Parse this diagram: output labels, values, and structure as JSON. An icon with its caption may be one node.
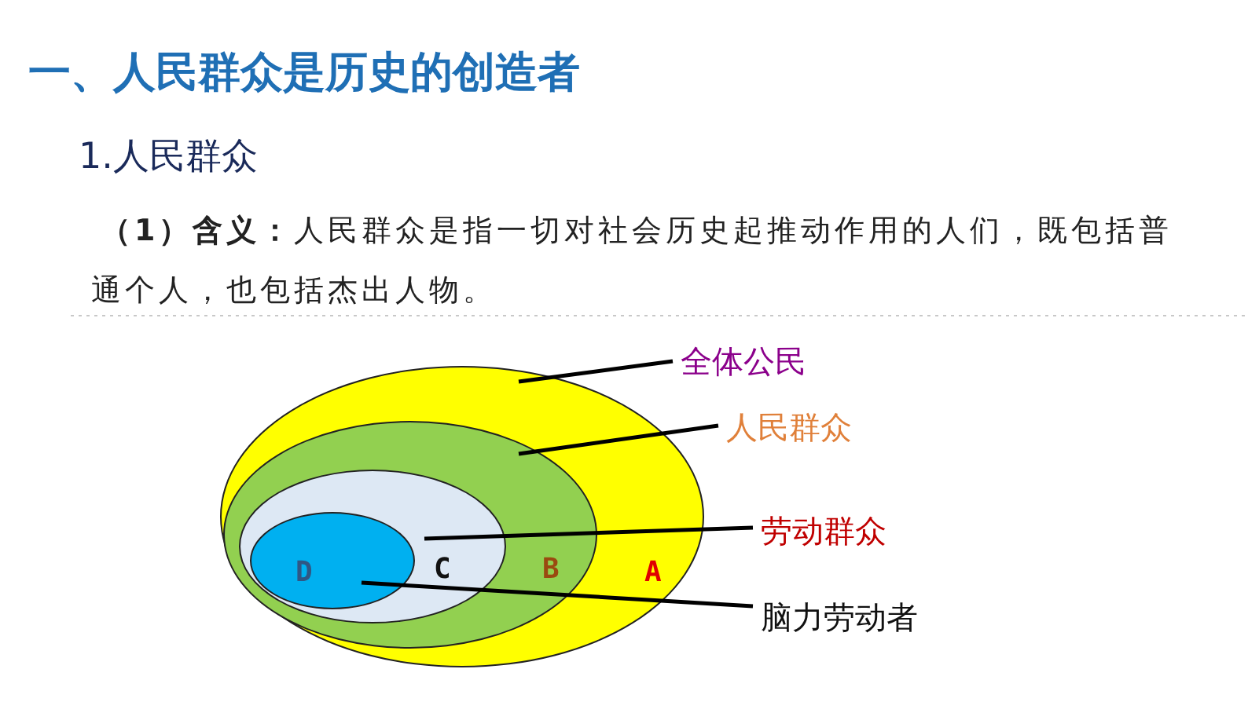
{
  "diagram": {
    "title": "一、人民群众是历史的创造者",
    "nodes": [
      {
        "text": [
          "A"
        ]
      },
      {
        "text": [
          "B"
        ],
        "in": 0
      },
      {
        "text": [
          "C"
        ],
        "in": 1
      },
      {
        "text": [
          "D"
        ],
        "in": 2
      },
      {
        "text": [
          "全体公民"
        ]
      },
      {
        "text": [
          "人民群众"
        ]
      },
      {
        "text": [
          "劳动群众"
        ]
      },
      {
        "text": [
          "脑力劳动者"
        ]
      }
    ],
    "edges": [
      {
        "from": 4,
        "to": 0,
        "arrow": "none"
      },
      {
        "from": 5,
        "to": 1,
        "arrow": "none"
      },
      {
        "from": 6,
        "to": 2,
        "arrow": "none"
      },
      {
        "from": 7,
        "to": 3,
        "arrow": "none"
      }
    ],
    "labels": [
      "1.人民群众",
      "**（1）含义：**人民群众是指一切对社会历史起推动作用的人们，既包括普通个人，也包括杰出人物。"
    ]
  }
}
